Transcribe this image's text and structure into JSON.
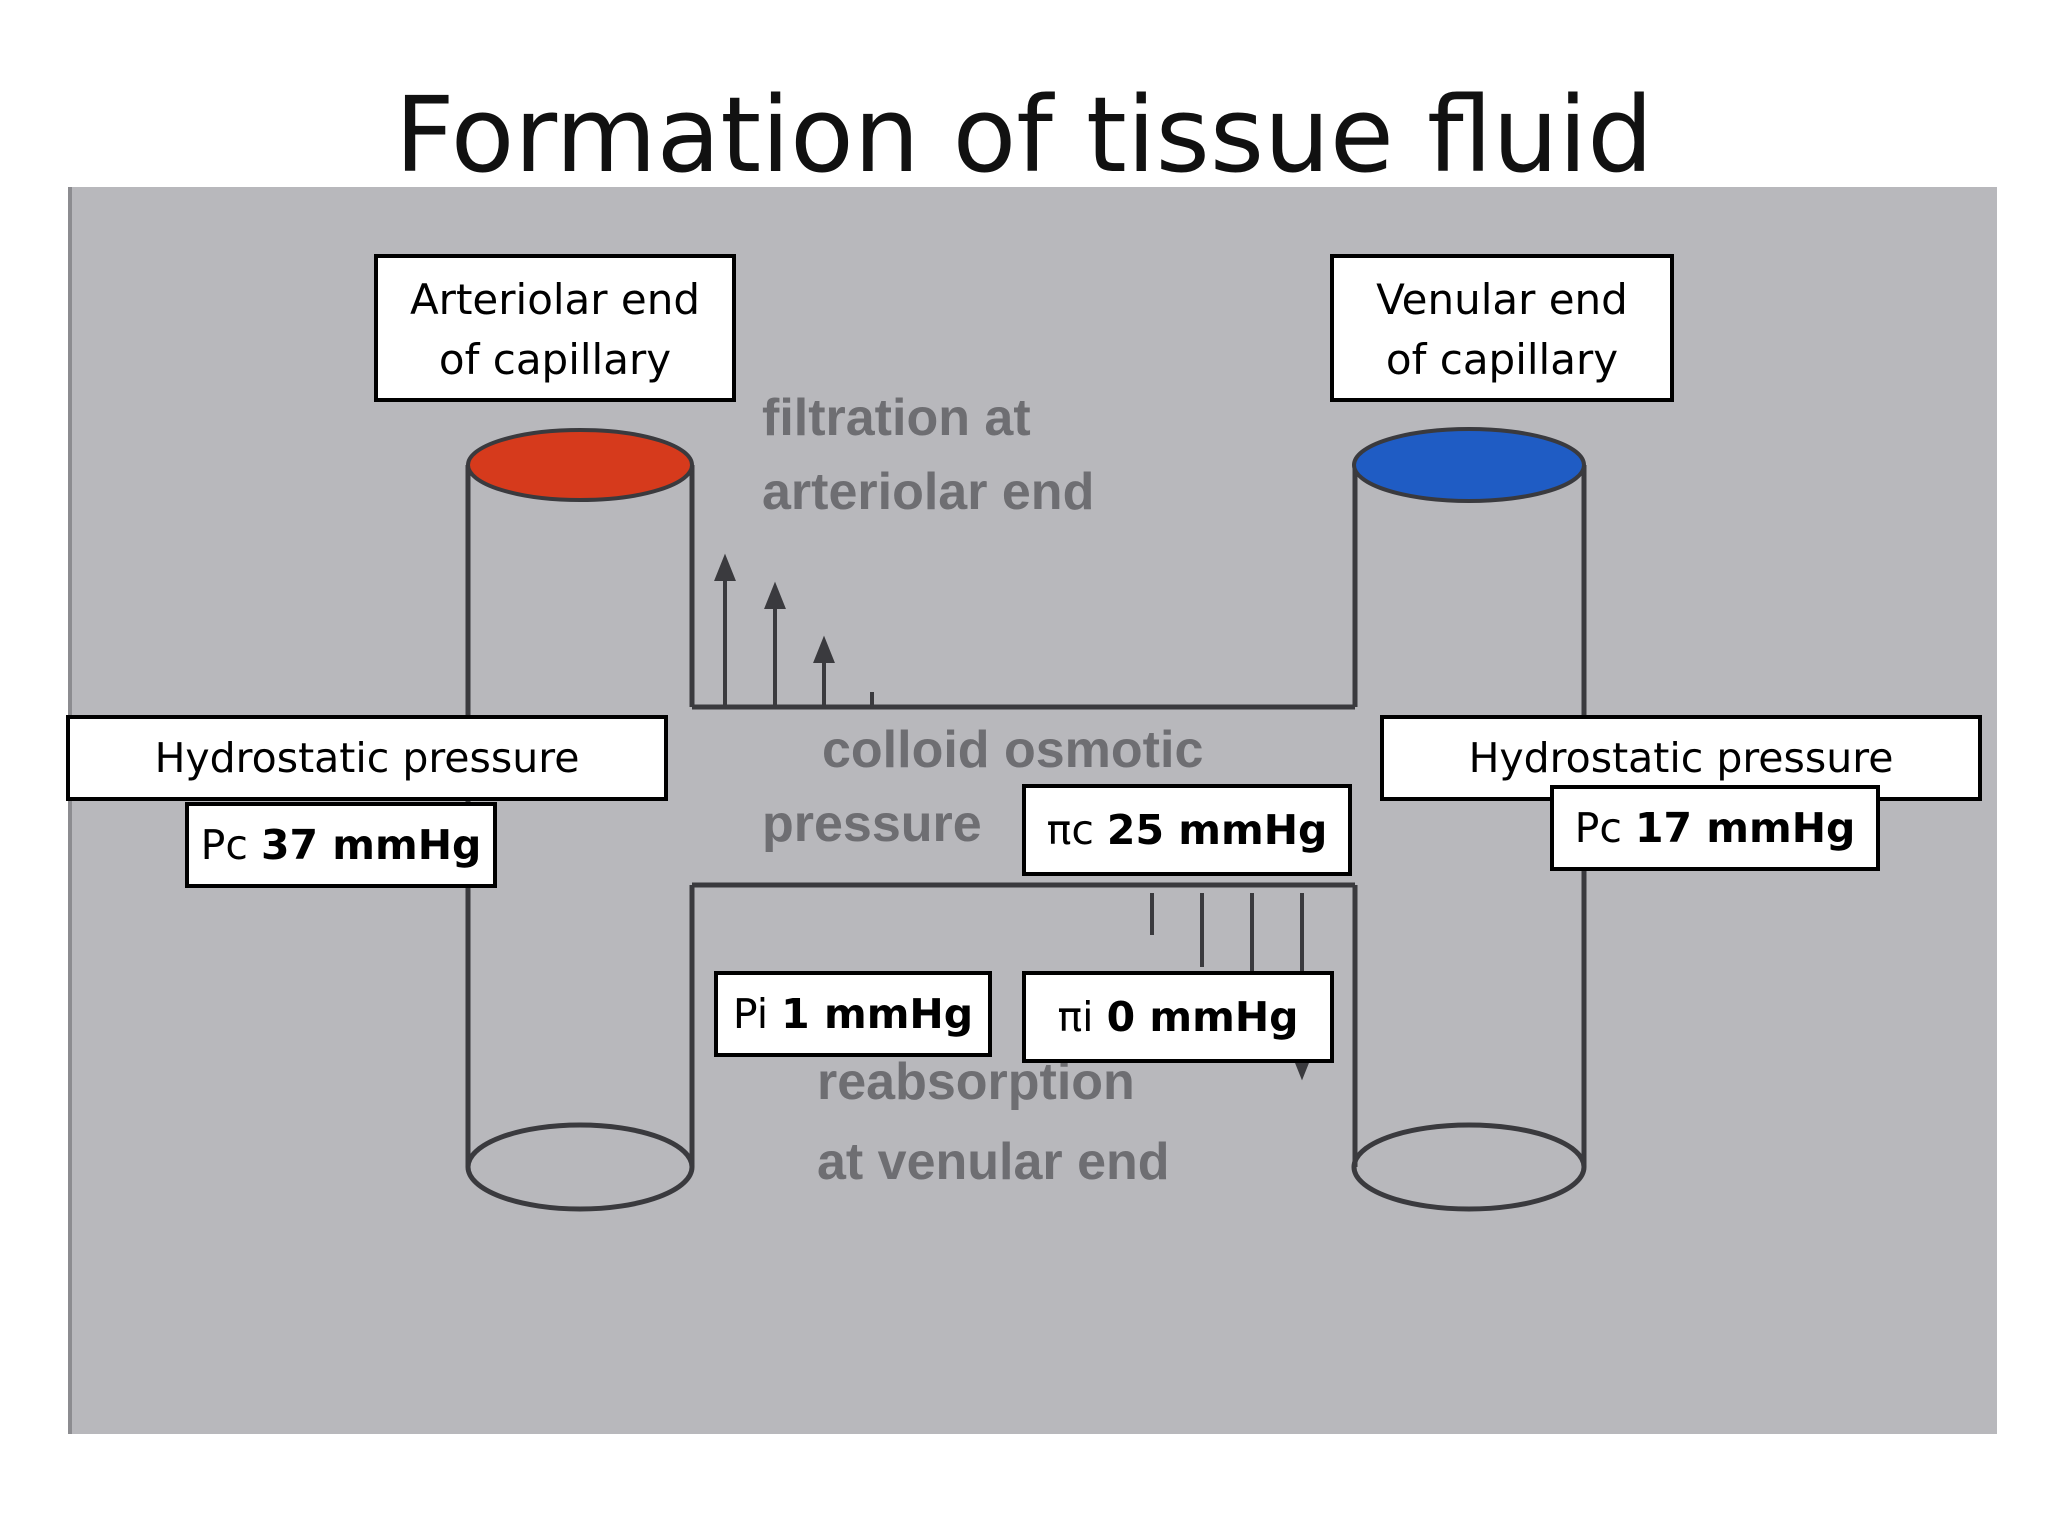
{
  "title": "Formation of tissue fluid",
  "colors": {
    "arteriolar": "#d63a1c",
    "venular": "#1f5cc4",
    "background_panel": "#b8b8bc"
  },
  "labels": {
    "arteriolar_end": [
      "Arteriolar end",
      "of capillary"
    ],
    "venular_end": [
      "Venular end",
      "of capillary"
    ],
    "hydrostatic_left": "Hydrostatic pressure",
    "hydrostatic_right": "Hydrostatic pressure",
    "pc_left": {
      "symbol": "Pc",
      "value": "37 mmHg"
    },
    "pc_right": {
      "symbol": "Pc",
      "value": "17 mmHg"
    },
    "pi_c": {
      "symbol": "πc",
      "value": "25 mmHg"
    },
    "pi_i": {
      "symbol": "πi",
      "value": "0 mmHg"
    },
    "p_i": {
      "symbol": "Pi",
      "value": "1 mmHg"
    }
  },
  "figure_text": {
    "filtration": [
      "filtration at",
      "arteriolar end"
    ],
    "colloid": [
      "colloid osmotic",
      "pressure"
    ],
    "reabsorption": [
      "reabsorption",
      "at venular end"
    ]
  }
}
